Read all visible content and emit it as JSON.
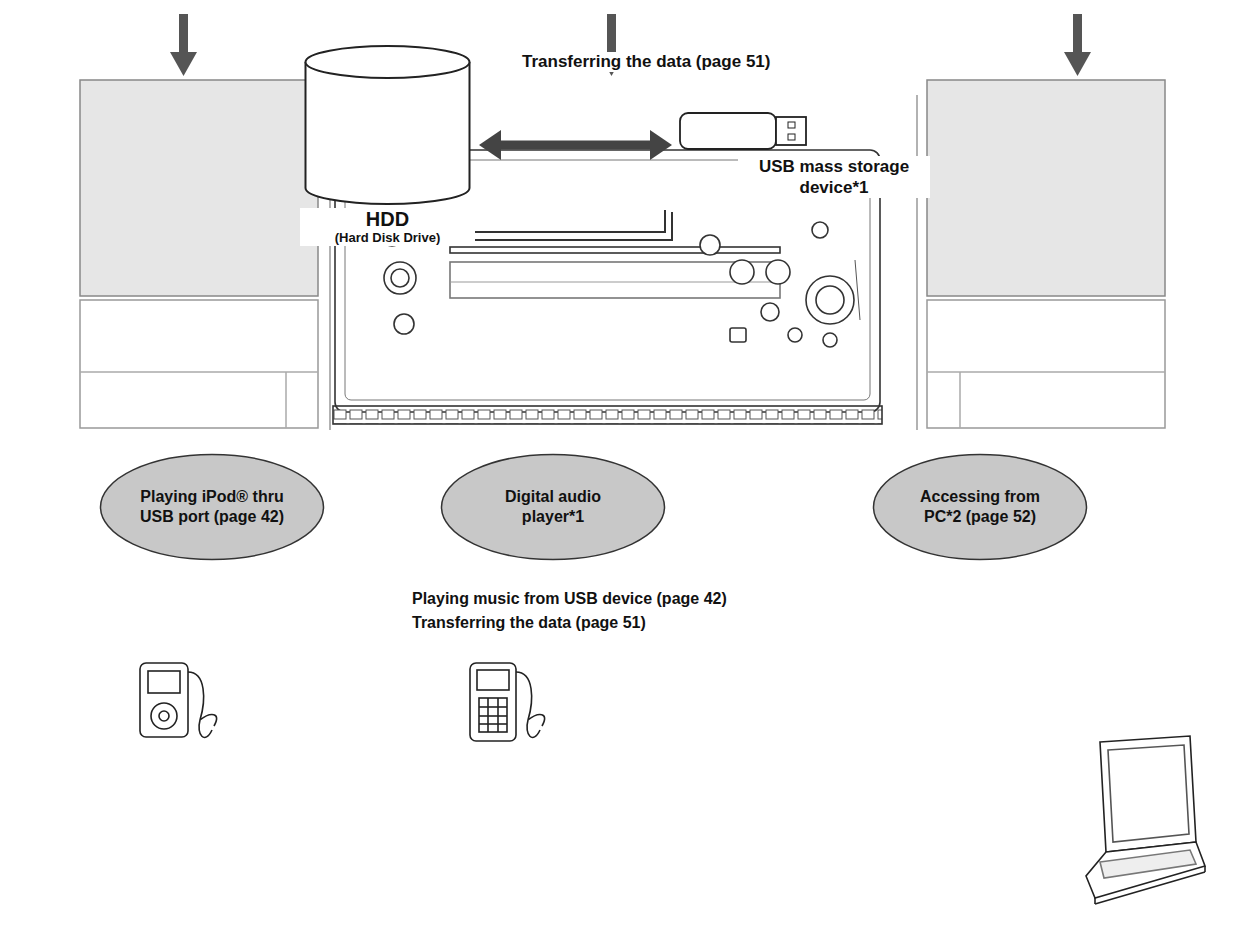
{
  "diagram": {
    "nodes": [
      {
        "text": [
          "HDD",
          "(Hard Disk Drive)"
        ]
      },
      {
        "text": [
          "USB mass storage device*1"
        ]
      },
      {
        "text": [
          "Playing iPod® thru USB port (page 42)"
        ]
      },
      {
        "text": [
          "Digital audio player*1"
        ]
      },
      {
        "text": [
          "Accessing from PC*2 (page 52)"
        ]
      }
    ],
    "edges": [
      {
        "from": 0,
        "to": 1,
        "arrow": "both",
        "label": "Transferring the data (page 51)"
      }
    ],
    "labels": [
      "Playing music from USB device (page 42)",
      "Transferring the data (page 51)"
    ]
  }
}
